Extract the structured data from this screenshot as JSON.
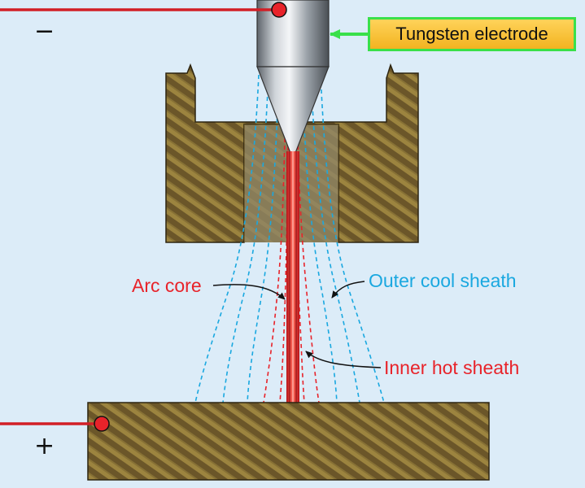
{
  "labels": {
    "tungsten_electrode": "Tungsten electrode",
    "arc_core": "Arc core",
    "outer_cool_sheath": "Outer cool sheath",
    "inner_hot_sheath": "Inner hot sheath",
    "negative": "−",
    "positive": "+"
  },
  "colors": {
    "background": "#dcecf8",
    "arc_core": "#e8232a",
    "inner_sheath": "#e8232a",
    "outer_sheath": "#1aa8e0",
    "callout_fill": "#f5b928",
    "callout_border": "#39e04a",
    "wire": "#d21f26",
    "brass": "#6e5a2c"
  }
}
